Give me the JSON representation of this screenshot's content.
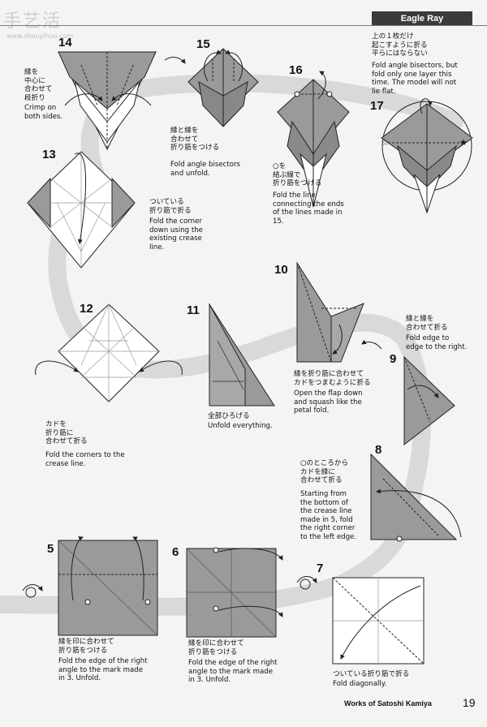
{
  "header": {
    "logo_text": "手艺活",
    "logo_url": "www.shouyihuo.com",
    "title": "Eagle Ray"
  },
  "steps": [
    {
      "num": "14",
      "jp": "縁を\n中心に\n合わせて\n段折り",
      "en": "Crimp on\nboth sides."
    },
    {
      "num": "15",
      "jp": "縁と縁を\n合わせて\n折り筋をつける",
      "en": "Fold angle bisectors\nand unfold."
    },
    {
      "num": "16",
      "jp": "○を\n結ぶ線で\n折り筋をつける",
      "en": "Fold the line\nconnecting the ends\nof the lines made in\n15."
    },
    {
      "num": "17",
      "jp": "上の１枚だけ\n起こすように折る\n平らにはならない",
      "en": "Fold angle bisectors, but\nfold only one layer this\ntime. The model will not\nlie flat."
    },
    {
      "num": "13",
      "jp": "ついている\n折り筋で折る",
      "en": "Fold the corner\ndown using the\nexisting crease\nline."
    },
    {
      "num": "12",
      "jp": "カドを\n折り筋に\n合わせて折る",
      "en": "Fold the corners to the\ncrease line."
    },
    {
      "num": "11",
      "jp": "全部ひろげる",
      "en": "Unfold everything."
    },
    {
      "num": "10",
      "jp": "縁を折り筋に合わせて\nカドをつまむように折る",
      "en": "Open the flap down\nand squash like the\npetal fold."
    },
    {
      "num": "9",
      "jp": "縁と縁を\n合わせて折る",
      "en": "Fold edge to\nedge to the right."
    },
    {
      "num": "8",
      "jp": "○のところから\nカドを縁に\n合わせて折る",
      "en": "Starting from\nthe bottom of\nthe crease line\nmade in 5, fold\nthe right corner\nto the left edge."
    },
    {
      "num": "5",
      "jp": "縁を印に合わせて\n折り筋をつける",
      "en": "Fold the edge of the right\nangle to the mark made\nin 3. Unfold."
    },
    {
      "num": "6",
      "jp": "縁を印に合わせて\n折り筋をつける",
      "en": "Fold the edge of the right\nangle to the mark made\nin 3. Unfold."
    },
    {
      "num": "7",
      "jp": "ついている折り筋で折る",
      "en": "Fold diagonally."
    }
  ],
  "footer": {
    "credit": "Works of Satoshi Kamiya",
    "page": "19"
  },
  "colors": {
    "paper_color_side": "#9a9a9a",
    "paper_white_side": "#ffffff",
    "path_band": "#d9d9d9",
    "header_bar": "#3b3b3b"
  }
}
